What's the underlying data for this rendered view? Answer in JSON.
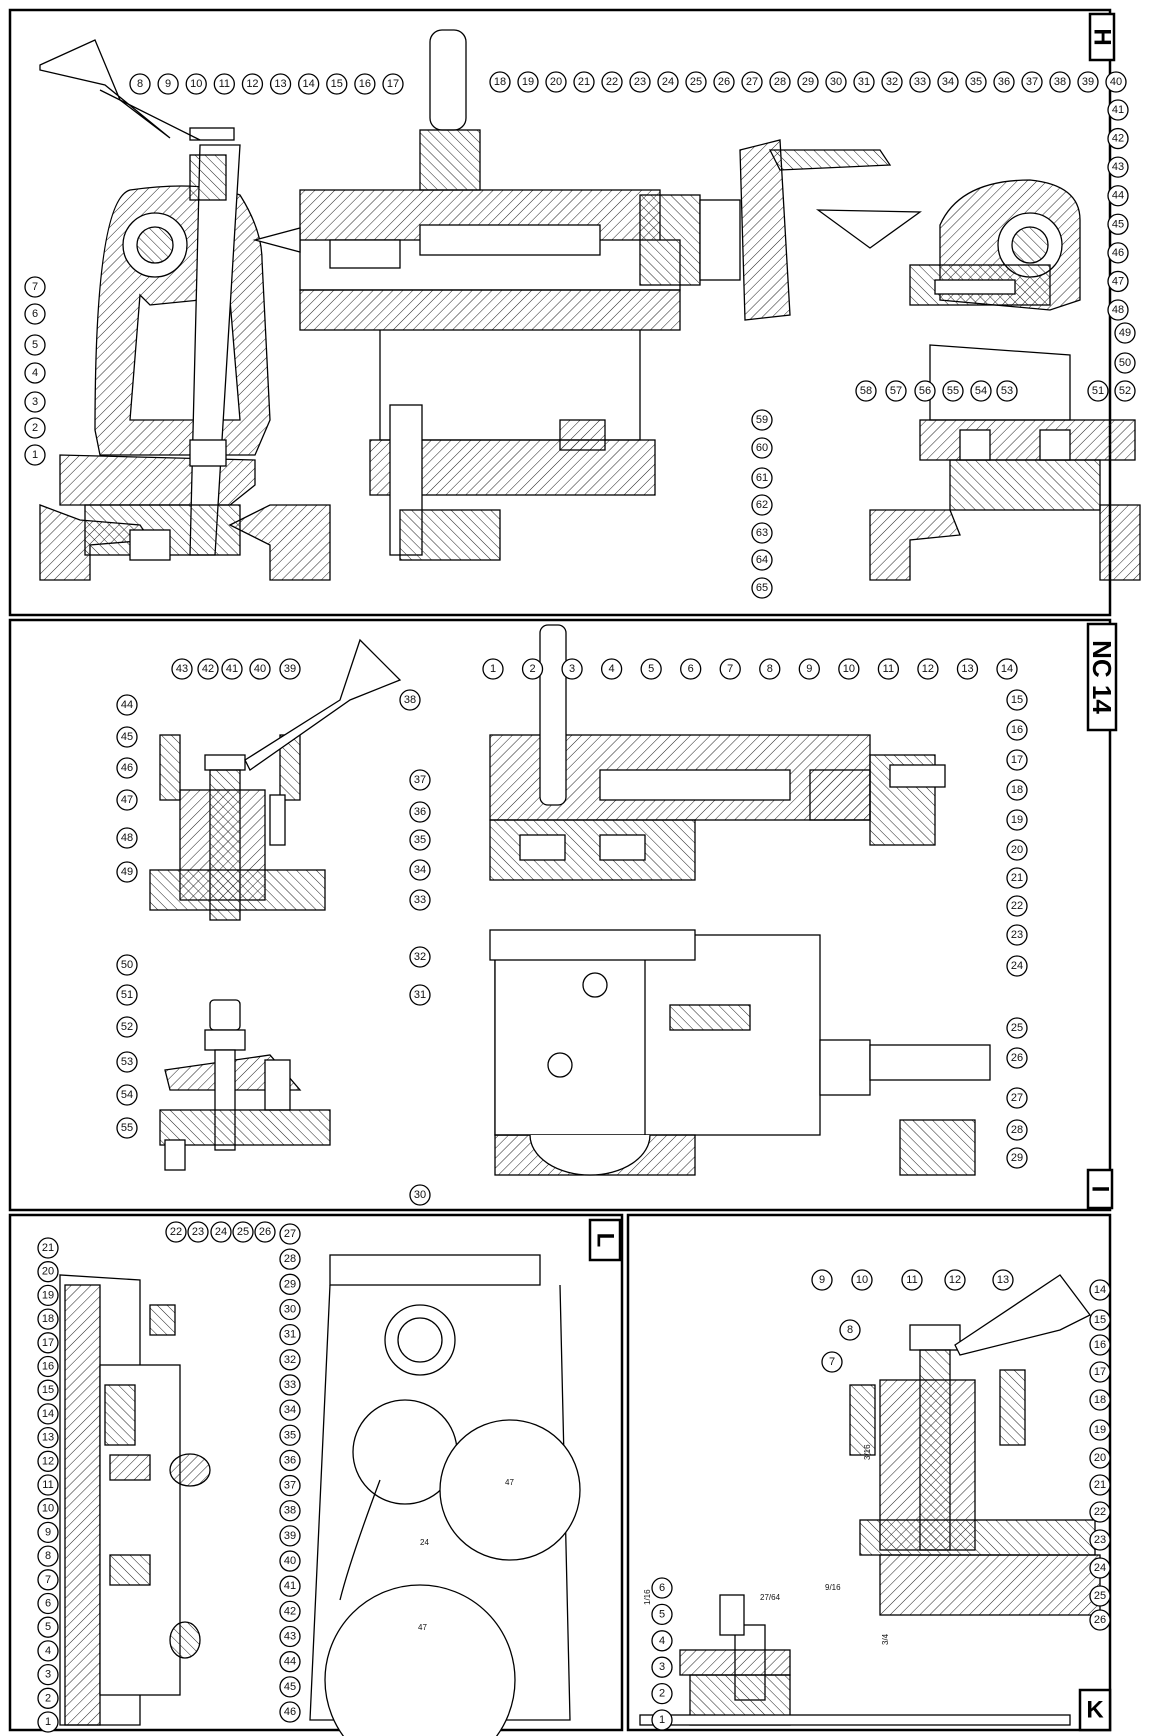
{
  "sheet_code": "NC 14",
  "panels": [
    {
      "id": "H",
      "letter": "H"
    },
    {
      "id": "I",
      "letter": "I"
    },
    {
      "id": "L",
      "letter": "L"
    },
    {
      "id": "K",
      "letter": "K"
    }
  ],
  "dimensions": [
    "3/16",
    "9/16",
    "27/64",
    "3/4",
    "1/16",
    "24",
    "47",
    "47"
  ],
  "callouts": {
    "H": [
      "1",
      "2",
      "3",
      "4",
      "5",
      "6",
      "7",
      "8",
      "9",
      "10",
      "11",
      "12",
      "13",
      "14",
      "15",
      "16",
      "17",
      "18",
      "19",
      "20",
      "21",
      "22",
      "23",
      "24",
      "25",
      "26",
      "27",
      "28",
      "29",
      "30",
      "31",
      "32",
      "33",
      "34",
      "35",
      "36",
      "37",
      "38",
      "39",
      "40",
      "41",
      "42",
      "43",
      "44",
      "45",
      "46",
      "47",
      "48",
      "49",
      "50",
      "51",
      "52",
      "53",
      "54",
      "55",
      "56",
      "57",
      "58",
      "59",
      "60",
      "61",
      "62",
      "63",
      "64",
      "65"
    ],
    "I": [
      "1",
      "2",
      "3",
      "4",
      "5",
      "6",
      "7",
      "8",
      "9",
      "10",
      "11",
      "12",
      "13",
      "14",
      "15",
      "16",
      "17",
      "18",
      "19",
      "20",
      "21",
      "22",
      "23",
      "24",
      "25",
      "26",
      "27",
      "28",
      "29",
      "30",
      "31",
      "32",
      "33",
      "34",
      "35",
      "36",
      "37",
      "38",
      "39",
      "40",
      "41",
      "42",
      "43",
      "44",
      "45",
      "46",
      "47",
      "48",
      "49",
      "50",
      "51",
      "52",
      "53",
      "54",
      "55"
    ],
    "L": [
      "1",
      "2",
      "3",
      "4",
      "5",
      "6",
      "7",
      "8",
      "9",
      "10",
      "11",
      "12",
      "13",
      "14",
      "15",
      "16",
      "17",
      "18",
      "19",
      "20",
      "21",
      "22",
      "23",
      "24",
      "25",
      "26",
      "27",
      "28",
      "29",
      "30",
      "31",
      "32",
      "33",
      "34",
      "35",
      "36",
      "37",
      "38",
      "39",
      "40",
      "41",
      "42",
      "43",
      "44",
      "45",
      "46"
    ],
    "K": [
      "1",
      "2",
      "3",
      "4",
      "5",
      "6",
      "7",
      "8",
      "9",
      "10",
      "11",
      "12",
      "13",
      "14",
      "15",
      "16",
      "17",
      "18",
      "19",
      "20",
      "21",
      "22",
      "23",
      "24",
      "25",
      "26"
    ]
  }
}
